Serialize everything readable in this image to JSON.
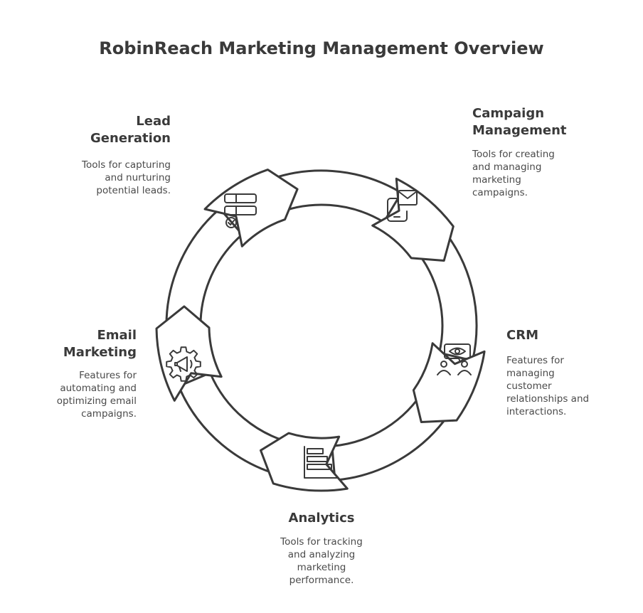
{
  "title": "RobinReach Marketing Management Overview",
  "colors": {
    "stroke": "#3a3a3a",
    "fill": "#ffffff",
    "text": "#3a3a3a"
  },
  "segments": [
    {
      "id": "lead",
      "title": [
        "Lead",
        "Generation"
      ],
      "desc": [
        "Tools for capturing",
        "and nurturing",
        "potential leads."
      ],
      "icon": "form-checklist-icon"
    },
    {
      "id": "campaign",
      "title": [
        "Campaign",
        "Management"
      ],
      "desc": [
        "Tools for creating",
        "and managing",
        "marketing",
        "campaigns."
      ],
      "icon": "mobile-mail-icon"
    },
    {
      "id": "crm",
      "title": [
        "CRM"
      ],
      "desc": [
        "Features for",
        "managing",
        "customer",
        "relationships and",
        "interactions."
      ],
      "icon": "customer-eye-icon"
    },
    {
      "id": "analytics",
      "title": [
        "Analytics"
      ],
      "desc": [
        "Tools for tracking",
        "and analyzing",
        "marketing",
        "performance."
      ],
      "icon": "bar-chart-icon"
    },
    {
      "id": "email",
      "title": [
        "Email",
        "Marketing"
      ],
      "desc": [
        "Features for",
        "automating and",
        "optimizing email",
        "campaigns."
      ],
      "icon": "gear-megaphone-icon"
    }
  ]
}
